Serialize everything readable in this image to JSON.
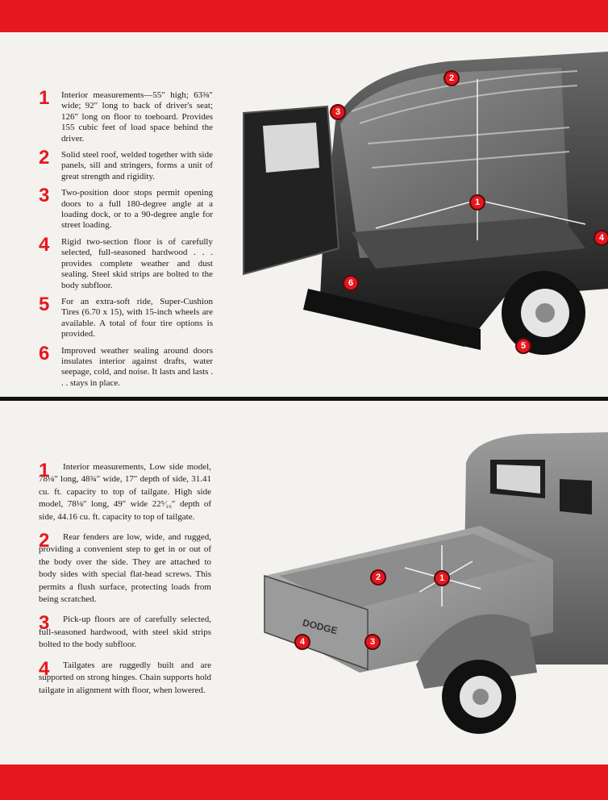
{
  "accent_color": "#e6171f",
  "van_section": {
    "features": [
      {
        "number": "1",
        "text": "Interior measurements—55″ high; 63⅜″ wide; 92″ long to back of driver's seat; 126″ long on floor to toeboard. Provides 155 cubic feet of load space behind the driver."
      },
      {
        "number": "2",
        "text": "Solid steel roof, welded together with side panels, sill and stringers, forms a unit of great strength and rigidity."
      },
      {
        "number": "3",
        "text": "Two-position door stops permit opening doors to a full 180-degree angle at a loading dock, or to a 90-degree angle for street loading."
      },
      {
        "number": "4",
        "text": "Rigid two-section floor is of carefully selected, full-seasoned hardwood . . . provides complete weather and dust sealing. Steel skid strips are bolted to the body subfloor."
      },
      {
        "number": "5",
        "text": "For an extra-soft ride, Super-Cushion Tires (6.70 x 15), with 15-inch wheels are available. A total of four tire options is provided."
      },
      {
        "number": "6",
        "text": "Improved weather sealing around doors insulates interior against drafts, water seepage, cold, and noise. It lasts and lasts . . . stays in place."
      }
    ],
    "markers": [
      "2",
      "3",
      "1",
      "4",
      "6",
      "5"
    ]
  },
  "pickup_section": {
    "features": [
      {
        "number": "1",
        "text": "Interior measurements, Low side model, 78⅛″ long, 48¾″ wide, 17″ depth of side, 31.41 cu. ft. capacity to top of tailgate. High side model, 78⅛″ long, 49″ wide 22⁵⁄₁₆″ depth of side, 44.16 cu. ft. capacity to top of tailgate."
      },
      {
        "number": "2",
        "text": "Rear fenders are low, wide, and rugged, providing a convenient step to get in or out of the body over the side. They are attached to body sides with special flat-head screws. This permits a flush surface, protecting loads from being scratched."
      },
      {
        "number": "3",
        "text": "Pick-up floors are of carefully selected, full-seasoned hardwood, with steel skid strips bolted to the body subfloor."
      },
      {
        "number": "4",
        "text": "Tailgates are ruggedly built and are supported on strong hinges. Chain supports hold tailgate in alignment with floor, when lowered."
      }
    ],
    "markers": [
      "2",
      "1",
      "4",
      "3"
    ],
    "tailgate_lettering": "DODGE"
  }
}
